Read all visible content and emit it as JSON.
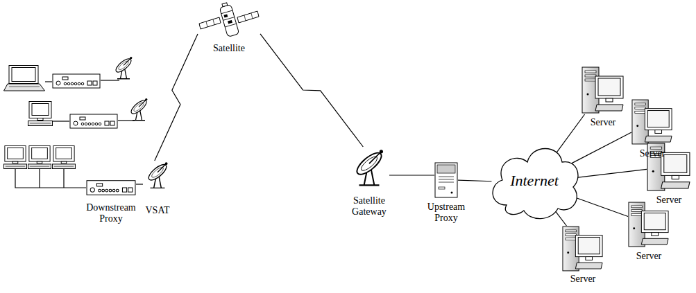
{
  "diagram": {
    "nodes": [
      {
        "text": [
          "Satellite"
        ]
      },
      {
        "text": [
          "Downstream Proxy"
        ]
      },
      {
        "text": [
          "VSAT"
        ]
      },
      {
        "text": [
          "Satellite Gateway"
        ]
      },
      {
        "text": [
          "Upstream Proxy"
        ]
      },
      {
        "text": [
          "Internet"
        ]
      },
      {
        "text": [
          "Server"
        ]
      },
      {
        "text": [
          "Server"
        ]
      },
      {
        "text": [
          "Server"
        ]
      },
      {
        "text": [
          "Server"
        ]
      },
      {
        "text": [
          "Server"
        ]
      }
    ],
    "edges": [
      {
        "from": 0,
        "to": 2,
        "arrow": "none"
      },
      {
        "from": 0,
        "to": 3,
        "arrow": "none"
      },
      {
        "from": 1,
        "to": 2,
        "arrow": "none"
      },
      {
        "from": 3,
        "to": 4,
        "arrow": "none"
      },
      {
        "from": 4,
        "to": 5,
        "arrow": "none"
      },
      {
        "from": 5,
        "to": 6,
        "arrow": "none"
      },
      {
        "from": 5,
        "to": 7,
        "arrow": "none"
      },
      {
        "from": 5,
        "to": 8,
        "arrow": "none"
      },
      {
        "from": 5,
        "to": 9,
        "arrow": "none"
      },
      {
        "from": 5,
        "to": 10,
        "arrow": "none"
      }
    ]
  }
}
